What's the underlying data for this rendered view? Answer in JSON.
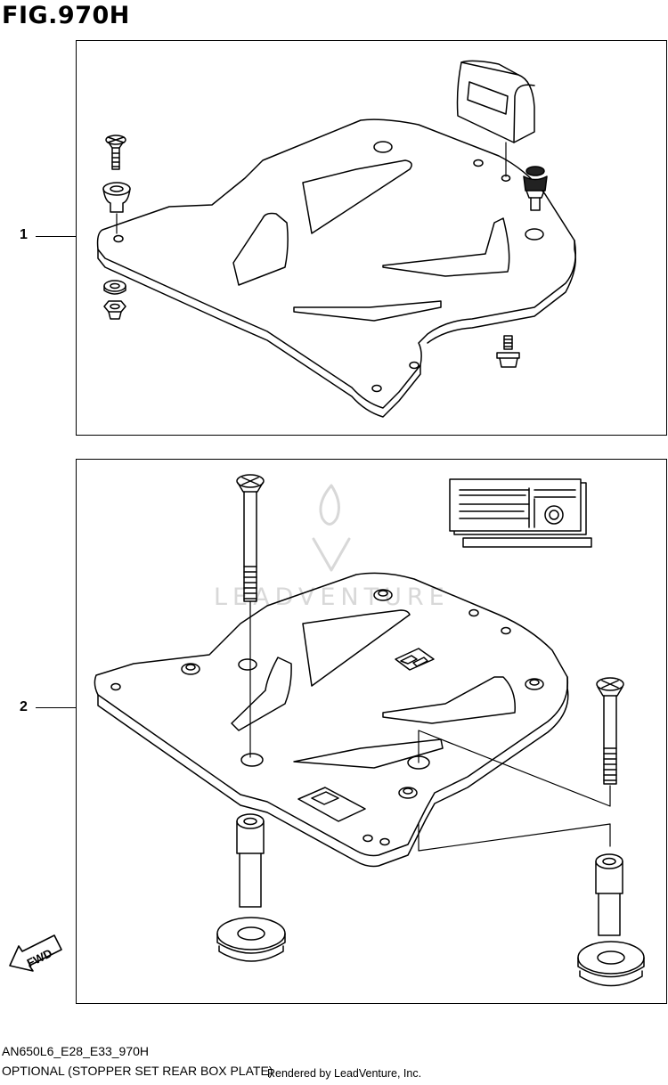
{
  "figure": {
    "title": "FIG.970H"
  },
  "callouts": [
    {
      "label": "1"
    },
    {
      "label": "2"
    }
  ],
  "footer": {
    "code": "AN650L6_E28_E33_970H",
    "description": "OPTIONAL (STOPPER SET REAR BOX PLATE)",
    "credit": "Rendered by LeadVenture, Inc."
  },
  "watermark": {
    "text": "LEADVENTURE"
  },
  "fwd_arrow": {
    "label": "FWD"
  }
}
